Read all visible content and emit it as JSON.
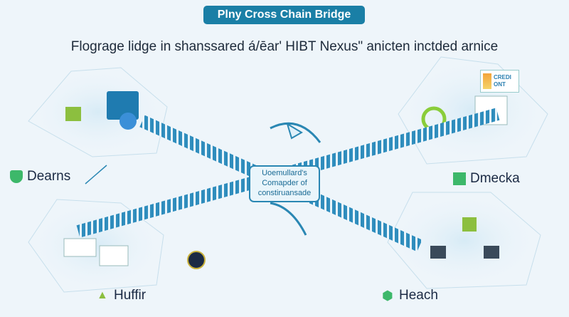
{
  "title": "Plny Cross Chain Bridge",
  "subtitle": "Flograge lidge in shanssared á/ēar' HIBT Nexus\" anicten inctded arnice",
  "center_box": {
    "line1": "Uoemullard's",
    "line2": "Comapder of",
    "line3": "constiruansade"
  },
  "card": {
    "line1": "CREDI",
    "line2": "ONT"
  },
  "hubs": [
    {
      "label": "Dearns",
      "icon": "shield-icon"
    },
    {
      "label": "Dmecka",
      "icon": "cube-icon"
    },
    {
      "label": "Huffir",
      "icon": "triangle-nodes-icon"
    },
    {
      "label": "Heach",
      "icon": "hexagon-icon"
    }
  ],
  "colors": {
    "accent": "#1a7fa6",
    "green": "#3db86a",
    "bridge": "#2a87b3"
  }
}
